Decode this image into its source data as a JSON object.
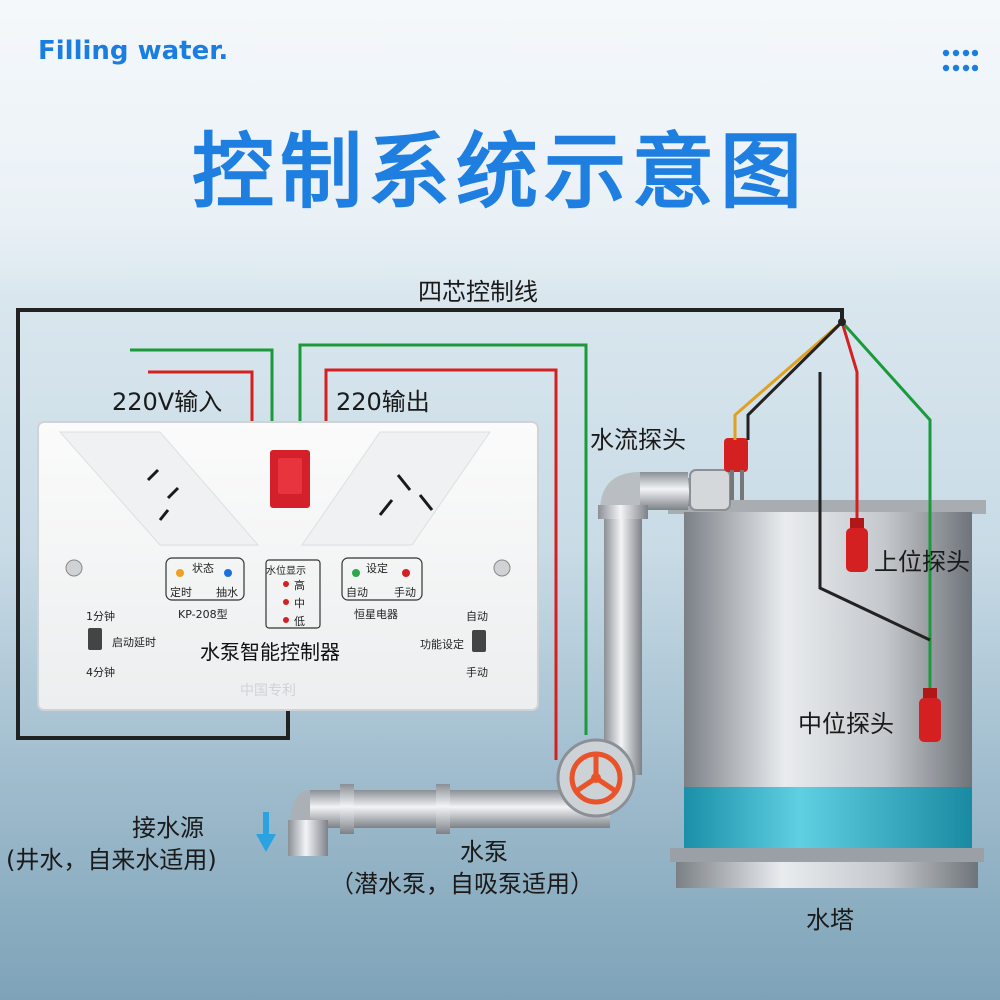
{
  "header": {
    "brand": "Filling water.",
    "title": "控制系统示意图"
  },
  "labels": {
    "four_core_wire": "四芯控制线",
    "input_220v": "220V输入",
    "output_220": "220输出",
    "flow_probe": "水流探头",
    "upper_probe": "上位探头",
    "middle_probe": "中位探头",
    "water_source": "接水源",
    "water_source_note": "(井水，自来水适用)",
    "pump": "水泵",
    "pump_note": "（潜水泵，自吸泵适用）",
    "tower": "水塔"
  },
  "controller": {
    "status": "状态",
    "timing": "定时",
    "pumping": "抽水",
    "model": "KP-208型",
    "level_display": "水位显示",
    "high": "高",
    "mid": "中",
    "low": "低",
    "setting": "设定",
    "auto": "自动",
    "manual": "手动",
    "brand": "恒星电器",
    "min1": "1分钟",
    "min4": "4分钟",
    "delay": "启动延时",
    "name": "水泵智能控制器",
    "func": "功能设定",
    "auto2": "自动",
    "manual2": "手动",
    "patent": "中国专利"
  },
  "colors": {
    "accent": "#1f7fe0",
    "wire_red": "#d42020",
    "wire_green": "#1a9a3a",
    "wire_yellow": "#e0a020",
    "wire_black": "#222222",
    "water": "#2fb0c8"
  }
}
